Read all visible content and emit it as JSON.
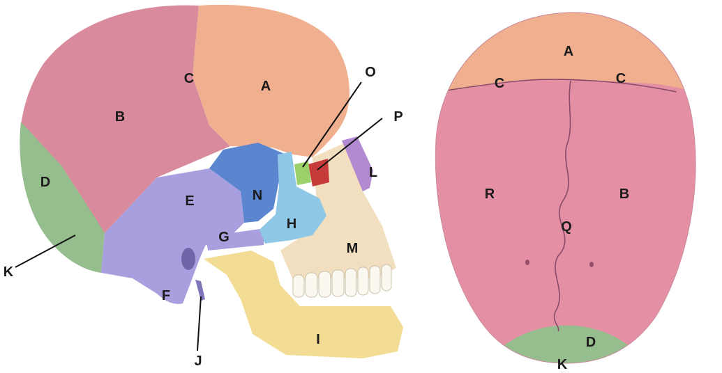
{
  "colors": {
    "frontal": "#f0b08f",
    "parietal": "#d98a9c",
    "parietal_top": "#e48fa4",
    "occipital": "#96bd8e",
    "temporal": "#a8a0de",
    "sphenoid": "#5b86cf",
    "zygomatic": "#8fc8e6",
    "maxilla": "#f2dfbf",
    "mandible": "#f3dc94",
    "nasal": "#b18ad2",
    "lacrimal": "#c73a3a",
    "ethmoid": "#9bd06a",
    "teeth": "#fbf8f0"
  },
  "lateral_view": {
    "labels": {
      "A": "A",
      "B": "B",
      "C": "C",
      "D": "D",
      "E": "E",
      "F": "F",
      "G": "G",
      "H": "H",
      "I": "I",
      "J": "J",
      "K": "K",
      "L": "L",
      "M": "M",
      "N": "N",
      "O": "O",
      "P": "P"
    }
  },
  "superior_view": {
    "labels": {
      "A": "A",
      "C_left": "C",
      "C_right": "C",
      "R": "R",
      "B": "B",
      "Q": "Q",
      "D": "D",
      "K": "K"
    }
  }
}
